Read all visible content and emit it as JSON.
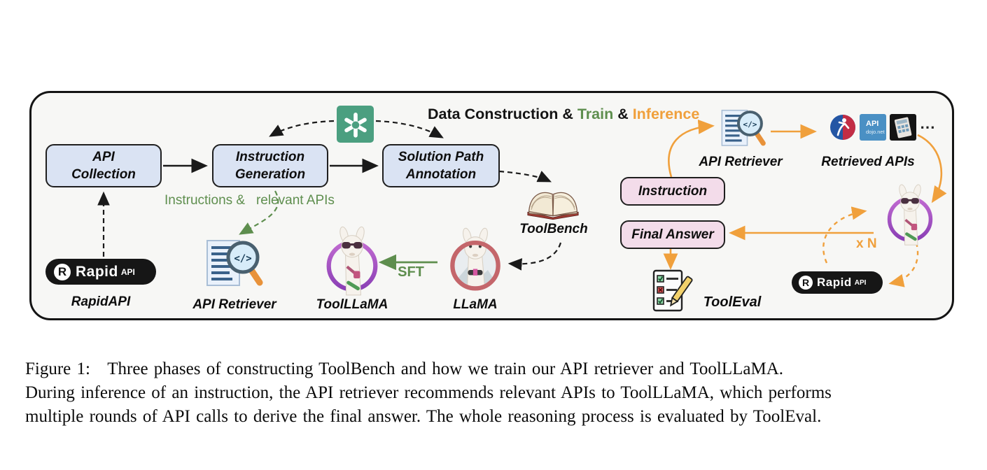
{
  "panel": {
    "title": {
      "black1": "Data Construction & ",
      "train": "Train",
      "black2": " & ",
      "inference": "Inference"
    },
    "boxes": {
      "api_collection": "API\nCollection",
      "instruction_generation": "Instruction\nGeneration",
      "solution_path_annotation": "Solution Path\nAnnotation",
      "instruction": "Instruction",
      "final_answer": "Final Answer"
    },
    "labels": {
      "instructions_relevant_apis": "Instructions &   relevant APIs",
      "rapidapi_left": "RapidAPI",
      "api_retriever_left": "API Retriever",
      "toolllama": "ToolLLaMA",
      "sft": "SFT",
      "llama": "LLaMA",
      "toolbench": "ToolBench",
      "api_retriever_right": "API Retriever",
      "retrieved_apis": "Retrieved APIs",
      "tooleval": "ToolEval",
      "x_n": "x N",
      "ellipsis": "⋯"
    },
    "logos": {
      "rapidapi_r": "R",
      "rapidapi_rapid": "Rapid",
      "rapidapi_api": "API",
      "apidojo_line1": "API",
      "apidojo_line2": "dojo.net",
      "retriever_glyph": "</>"
    },
    "colors": {
      "panel_bg": "#f7f7f5",
      "blue_box": "#dae3f3",
      "pink_box": "#f3dcea",
      "train_green": "#5e8e4e",
      "inference_orange": "#f0a03c",
      "openai_green": "#4b9f80",
      "ring_purple": "#8a3fb5",
      "ring_rose": "#c4666b"
    }
  },
  "caption": {
    "line1": "Figure 1:   Three phases of constructing ToolBench and how we train our API retriever and ToolLLaMA.",
    "line2": "During inference of an instruction, the API retriever recommends relevant APIs to ToolLLaMA, which performs",
    "line3": "multiple rounds of API calls to derive the final answer. The whole reasoning process is evaluated by ToolEval."
  }
}
